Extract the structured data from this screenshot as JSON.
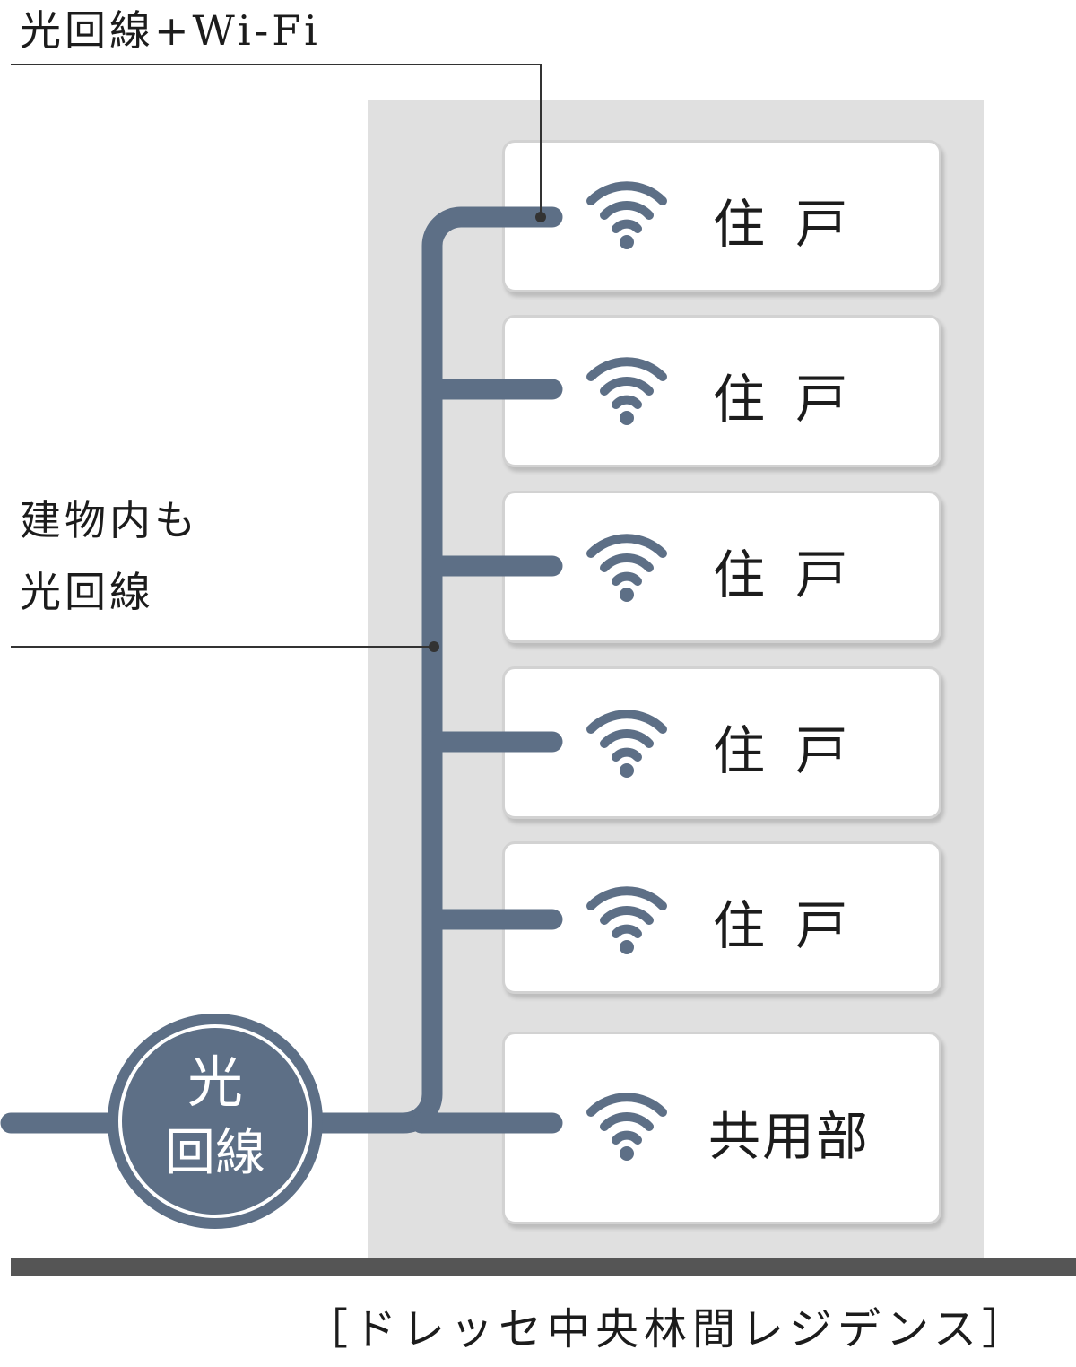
{
  "labels": {
    "top_callout": "光回線+Wi-Fi",
    "side_callout": [
      "建物内も",
      "光回線"
    ],
    "circle_line1": "光",
    "circle_line2": "回線",
    "caption": "［ドレッセ中央林間レジデンス］"
  },
  "units": [
    {
      "label": "住戸",
      "icon": "wifi-icon"
    },
    {
      "label": "住戸",
      "icon": "wifi-icon"
    },
    {
      "label": "住戸",
      "icon": "wifi-icon"
    },
    {
      "label": "住戸",
      "icon": "wifi-icon"
    },
    {
      "label": "住戸",
      "icon": "wifi-icon"
    },
    {
      "label": "共用部",
      "icon": "wifi-icon"
    }
  ],
  "colors": {
    "line": "#5d6f86",
    "building": "#e0e0e0",
    "ground": "#555555",
    "card_border": "#d2d2d2"
  }
}
